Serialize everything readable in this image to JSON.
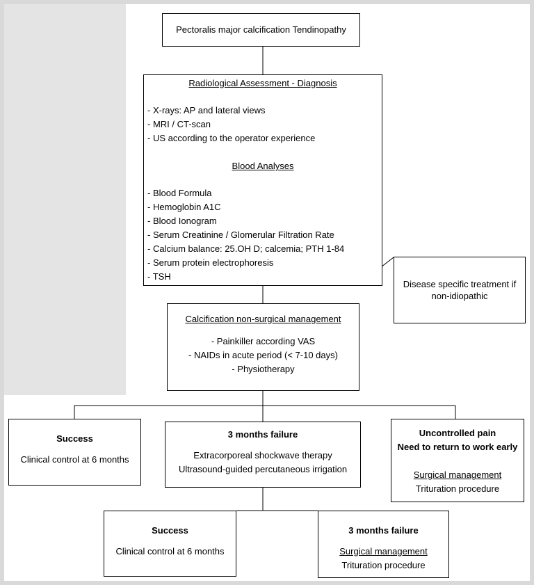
{
  "top": {
    "title": "Pectoralis major calcification Tendinopathy"
  },
  "assessment": {
    "heading": "Radiological Assessment - Diagnosis",
    "imaging": [
      "- X-rays:  AP  and lateral views",
      "- MRI  / CT-scan",
      "- US according to the operator experience"
    ],
    "blood_heading": "Blood Analyses",
    "blood": [
      "- Blood Formula",
      "- Hemoglobin A1C",
      "- Blood Ionogram",
      "- Serum Creatinine / Glomerular Filtration Rate",
      "- Calcium balance: 25.OH D; calcemia; PTH 1-84",
      "- Serum protein electrophoresis",
      "- TSH"
    ]
  },
  "side": {
    "text": "Disease specific treatment if non-idiopathic"
  },
  "nonsurgical": {
    "heading": "Calcification non-surgical management",
    "items": [
      "- Painkiller according VAS",
      "- NAIDs in acute period (< 7-10 days)",
      "- Physiotherapy"
    ]
  },
  "success1": {
    "title": "Success",
    "text": "Clinical control at 6 months"
  },
  "failure1": {
    "title": "3 months failure",
    "lines": [
      "Extracorporeal shockwave therapy",
      "Ultrasound-guided percutaneous irrigation"
    ]
  },
  "uncontrolled": {
    "title1": "Uncontrolled pain",
    "title2": "Need to return to work early",
    "surgical": "Surgical management",
    "procedure": "Trituration procedure"
  },
  "success2": {
    "title": "Success",
    "text": "Clinical control at 6 months"
  },
  "failure2": {
    "title": "3 months failure",
    "surgical": "Surgical management",
    "procedure": "Trituration procedure"
  }
}
